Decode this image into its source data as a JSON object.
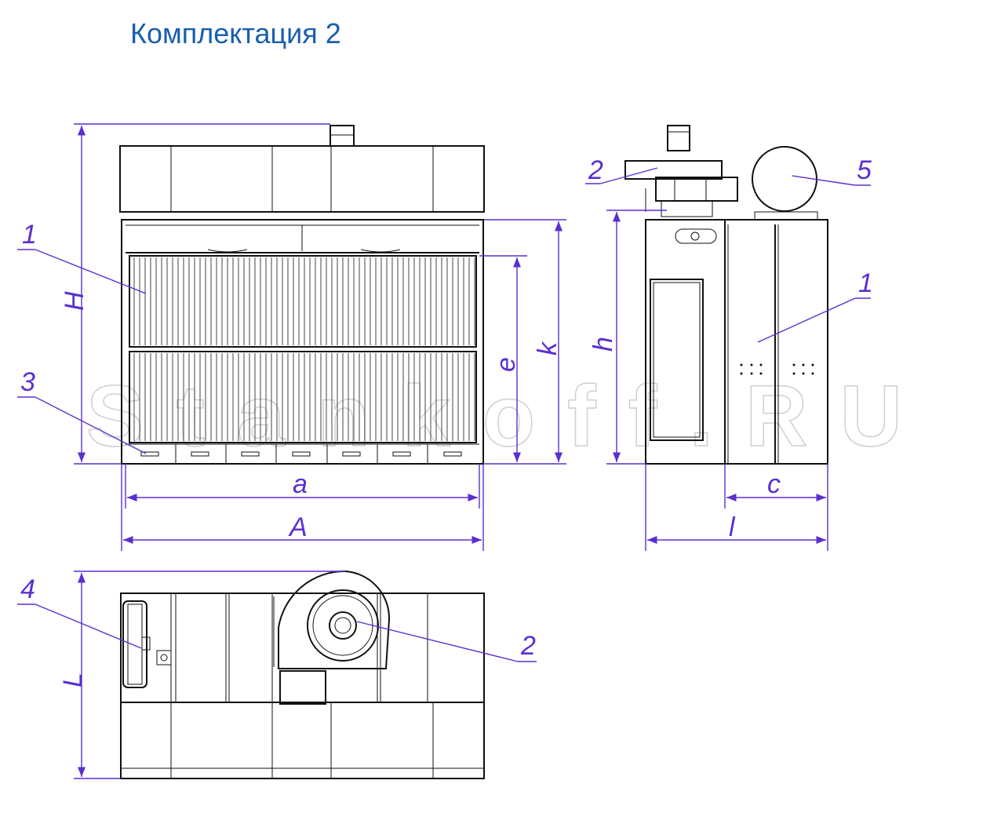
{
  "title": "Комплектация 2",
  "watermark": "Stankoff.RU",
  "dimensions": {
    "H": "H",
    "k": "k",
    "e": "e",
    "a": "a",
    "A": "A",
    "h": "h",
    "c": "c",
    "l": "l",
    "L": "L"
  },
  "callouts": {
    "c1": "1",
    "c2": "2",
    "c3": "3",
    "c4": "4",
    "c5": "5"
  },
  "colors": {
    "title": "#1a5fad",
    "dimension": "#5a2fd0",
    "drawing": "#111111"
  }
}
